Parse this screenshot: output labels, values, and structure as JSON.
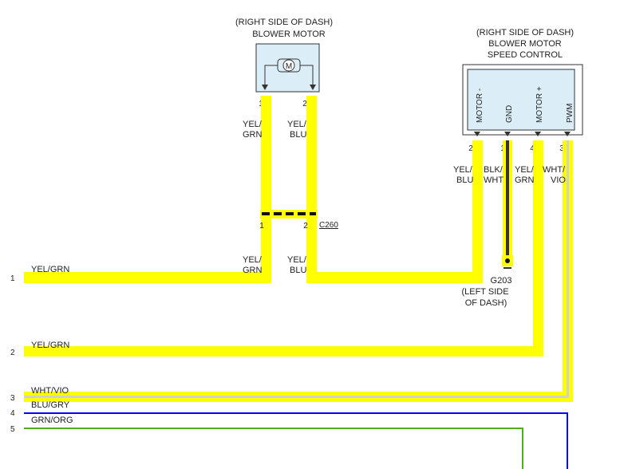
{
  "blower_motor": {
    "location": "(RIGHT SIDE OF DASH)",
    "name": "BLOWER MOTOR",
    "symbol": "M",
    "pin1": "1",
    "pin2": "2"
  },
  "speed_control": {
    "location": "(RIGHT SIDE OF DASH)",
    "name_line1": "BLOWER MOTOR",
    "name_line2": "SPEED CONTROL",
    "terminal_labels": [
      "MOTOR -",
      "GND",
      "MOTOR +",
      "PWM"
    ],
    "pin_numbers": [
      "2",
      "1",
      "4",
      "3"
    ]
  },
  "connector": {
    "id": "C260",
    "pin1": "1",
    "pin2": "2"
  },
  "ground": {
    "id": "G203",
    "location_line1": "(LEFT SIDE",
    "location_line2": "OF DASH)"
  },
  "wire_labels": {
    "motor_pin1_a": "YEL/",
    "motor_pin1_b": "GRN",
    "motor_pin2_a": "YEL/",
    "motor_pin2_b": "BLU",
    "c260_pin1_a": "YEL/",
    "c260_pin1_b": "GRN",
    "c260_pin2_a": "YEL/",
    "c260_pin2_b": "BLU",
    "sc_pin2_a": "YEL/",
    "sc_pin2_b": "BLU",
    "sc_pin1_a": "BLK/",
    "sc_pin1_b": "WHT",
    "sc_pin4_a": "YEL/",
    "sc_pin4_b": "GRN",
    "sc_pin3_a": "WHT/",
    "sc_pin3_b": "VIO"
  },
  "left_wires": [
    {
      "number": "1",
      "label": "YEL/GRN",
      "color": "#ffff00"
    },
    {
      "number": "2",
      "label": "YEL/GRN",
      "color": "#ffff00"
    },
    {
      "number": "3",
      "label": "WHT/VIO",
      "color": "#ffff00"
    },
    {
      "number": "4",
      "label": "BLU/GRY",
      "color": "#0000ff"
    },
    {
      "number": "5",
      "label": "GRN/ORG",
      "color": "#55aa22"
    }
  ],
  "colors": {
    "yellow": "#ffff00",
    "blue": "#0000ff",
    "green": "#55aa22",
    "white_stripe": "#d0d0d0",
    "black_stripe": "#333333",
    "component_fill": "#dbeef7",
    "outline": "#333333"
  }
}
